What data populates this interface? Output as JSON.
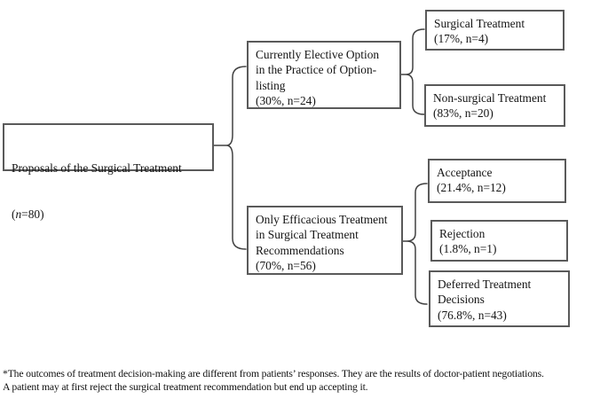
{
  "figure": {
    "type": "flow-diagram",
    "nodes": {
      "root": {
        "title": "Proposals of the Surgical Treatment",
        "n_open": "(",
        "n_symbol": "n",
        "n_rest": "=80)"
      },
      "elective": {
        "text": "Currently Elective Option\nin the Practice of Option-\nlisting\n(30%, n=24)"
      },
      "efficacious": {
        "text": "Only Efficacious Treatment\nin Surgical Treatment\nRecommendations\n(70%, n=56)"
      },
      "surgical": {
        "text": "Surgical Treatment\n(17%, n=4)"
      },
      "non_surgical": {
        "text": "Non-surgical Treatment\n(83%, n=20)"
      },
      "acceptance": {
        "text": "Acceptance\n(21.4%, n=12)"
      },
      "rejection": {
        "text": "Rejection\n(1.8%, n=1)"
      },
      "deferred": {
        "text": "Deferred Treatment\nDecisions\n(76.8%, n=43)"
      }
    },
    "connectors": [
      {
        "name": "brace-root-to-level1",
        "style": "curly-brace"
      },
      {
        "name": "brace-elective-to-outcomes",
        "style": "curly-brace"
      },
      {
        "name": "brace-efficacious-to-outcomes",
        "style": "curly-brace"
      }
    ]
  },
  "footnote": {
    "line1": "*The outcomes of treatment decision-making are different from patients’ responses. They are the results of doctor-patient negotiations.",
    "line2": "A patient may at first reject the surgical treatment recommendation but end up accepting it."
  },
  "colors": {
    "background": "#ffffff",
    "box_border": "#5a5a5a",
    "connector_line": "#414141",
    "text": "#141414"
  }
}
